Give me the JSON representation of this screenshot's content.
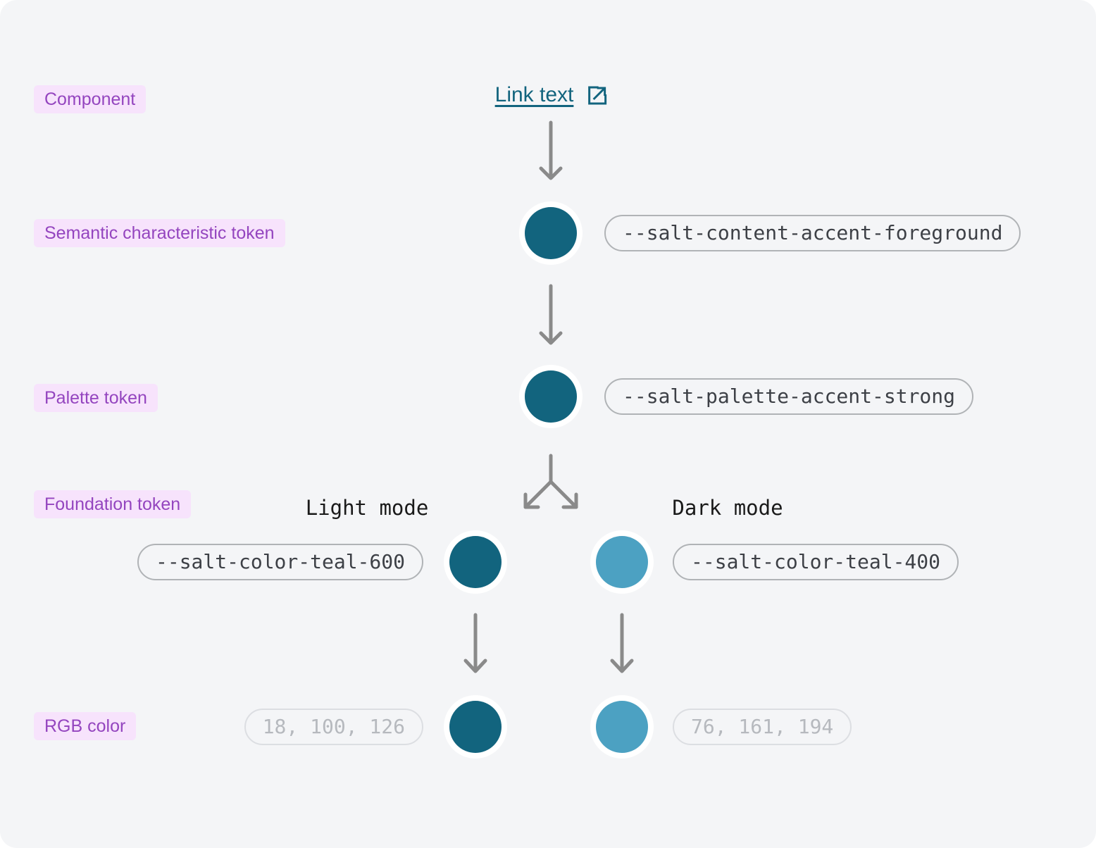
{
  "rows": {
    "component": "Component",
    "semantic": "Semantic characteristic token",
    "palette": "Palette token",
    "foundation": "Foundation token",
    "rgb": "RGB color"
  },
  "link": {
    "label": "Link text",
    "icon": "external-link-icon"
  },
  "tokens": {
    "semantic": "--salt-content-accent-foreground",
    "palette": "--salt-palette-accent-strong",
    "light": "--salt-color-teal-600",
    "dark": "--salt-color-teal-400"
  },
  "modes": {
    "light": "Light mode",
    "dark": "Dark mode"
  },
  "rgb_values": {
    "light": "18, 100, 126",
    "dark": "76, 161, 194"
  },
  "colors": {
    "background": "#f4f5f7",
    "teal_dark": "#12647e",
    "teal_light": "#4ca1c2",
    "badge_bg": "#f7e3fc",
    "badge_text": "#9445bf",
    "link_text": "#12647e",
    "arrow": "#8a8a8a",
    "token_pill_border": "#b0b3b6",
    "token_pill_text": "#3d4046",
    "rgb_pill_border": "#dcdee2",
    "rgb_pill_text": "#b6b9be"
  }
}
